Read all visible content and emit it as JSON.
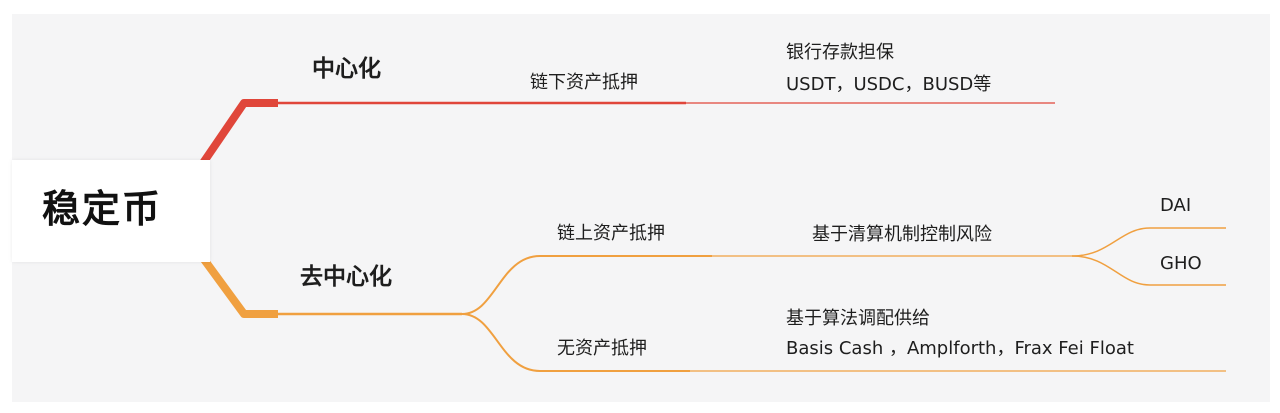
{
  "root": {
    "label": "稳定币"
  },
  "colors": {
    "central_branch": "#e0463a",
    "decentral_branch": "#f0a040",
    "panel_background": "#f5f5f6"
  },
  "branches": {
    "central": {
      "label": "中心化",
      "children": [
        {
          "label": "链下资产抵押",
          "leaf_lines": [
            "银行存款担保",
            "USDT，USDC，BUSD等"
          ]
        }
      ]
    },
    "decentral": {
      "label": "去中心化",
      "children": [
        {
          "label": "链上资产抵押",
          "mechanism": "基于清算机制控制风险",
          "examples": [
            "DAI",
            "GHO"
          ]
        },
        {
          "label": "无资产抵押",
          "leaf_lines": [
            "基于算法调配供给",
            "Basis Cash ，Amplforth，Frax Fei Float"
          ]
        }
      ]
    }
  }
}
